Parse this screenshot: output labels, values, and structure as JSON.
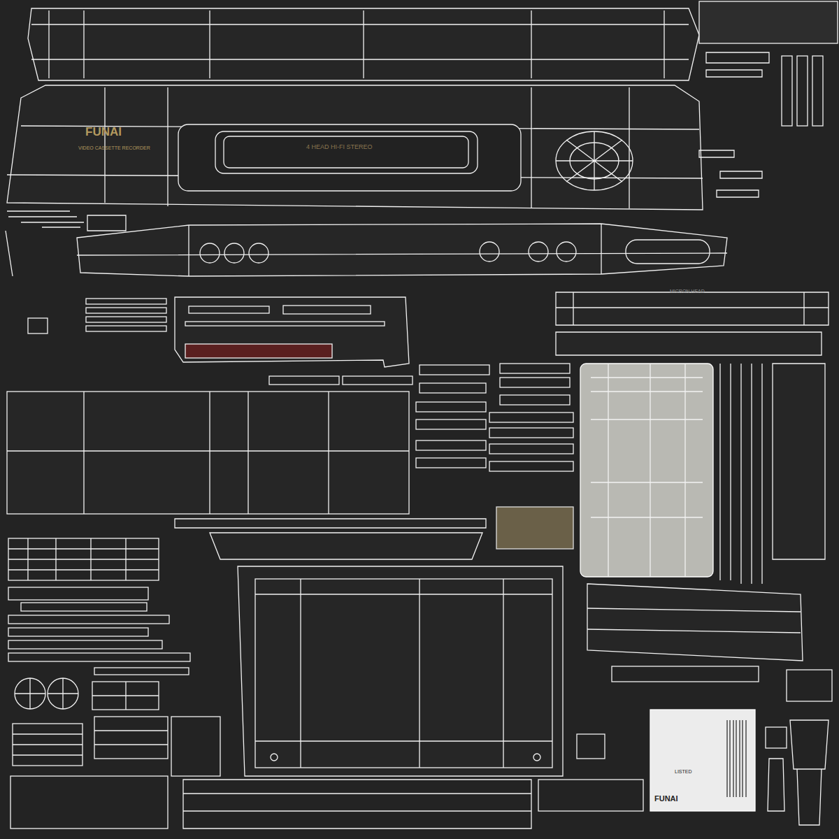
{
  "diagram": {
    "labels": [
      "FUNAI",
      "VIDEO CASSETTE RECORDER",
      "4 HEAD HI-FI STEREO",
      "MICRON HEAD",
      "FUNAI",
      "LISTED"
    ]
  }
}
